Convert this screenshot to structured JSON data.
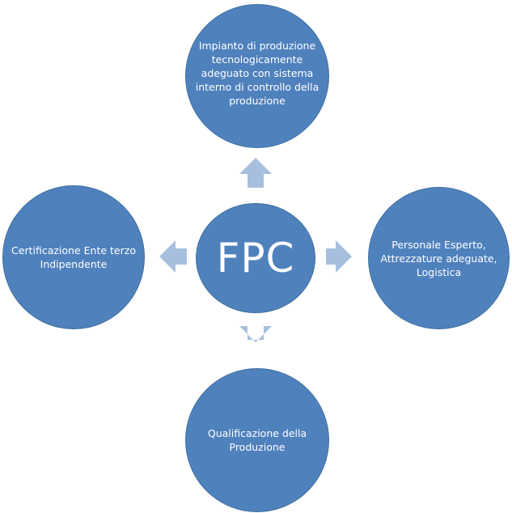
{
  "diagram": {
    "center": {
      "label": "FPC"
    },
    "top": {
      "label": "Impianto di produzione tecnologicamente adeguato con sistema interno di controllo della produzione"
    },
    "right": {
      "label": "Personale Esperto, Attrezzature adeguate, Logistica"
    },
    "bottom": {
      "label": "Qualificazione della Produzione"
    },
    "left": {
      "label": "Certificazione Ente terzo Indipendente"
    },
    "colors": {
      "circle_fill": "#4f81bd",
      "arrow_fill": "#a7bfde",
      "text": "#ffffff"
    }
  }
}
